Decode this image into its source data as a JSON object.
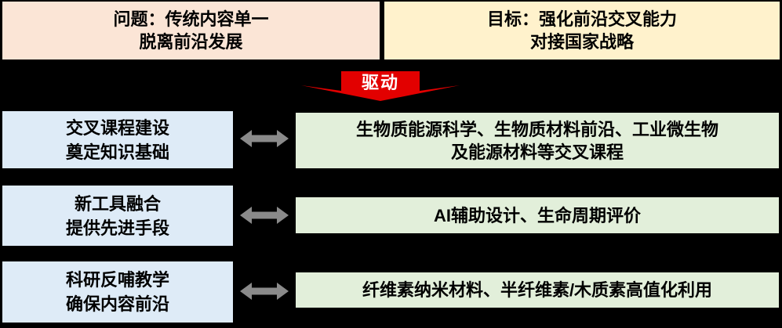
{
  "colors": {
    "background": "#000000",
    "problem_box_bg": "#FBE5D6",
    "goal_box_bg": "#FFF2CC",
    "left_box_bg": "#DEEBF7",
    "right_box_bg": "#E2EFDA",
    "drive_arrow": "#E20000",
    "drive_text": "#FFFFFF",
    "connector_arrow": "#8A8A8A",
    "text": "#000000"
  },
  "header": {
    "problem": {
      "line1": "问题：传统内容单一",
      "line2": "脱离前沿发展"
    },
    "goal": {
      "line1": "目标：强化前沿交叉能力",
      "line2": "对接国家战略"
    }
  },
  "drive_label": "驱动",
  "rows": [
    {
      "left_line1": "交叉课程建设",
      "left_line2": "奠定知识基础",
      "right_line1": "生物质能源科学、生物质材料前沿、工业微生物",
      "right_line2": "及能源材料等交叉课程"
    },
    {
      "left_line1": "新工具融合",
      "left_line2": "提供先进手段",
      "right_line1": "AI辅助设计、生命周期评价"
    },
    {
      "left_line1": "科研反哺教学",
      "left_line2": "确保内容前沿",
      "right_line1": "纤维素纳米材料、半纤维素/木质素高值化利用"
    }
  ]
}
